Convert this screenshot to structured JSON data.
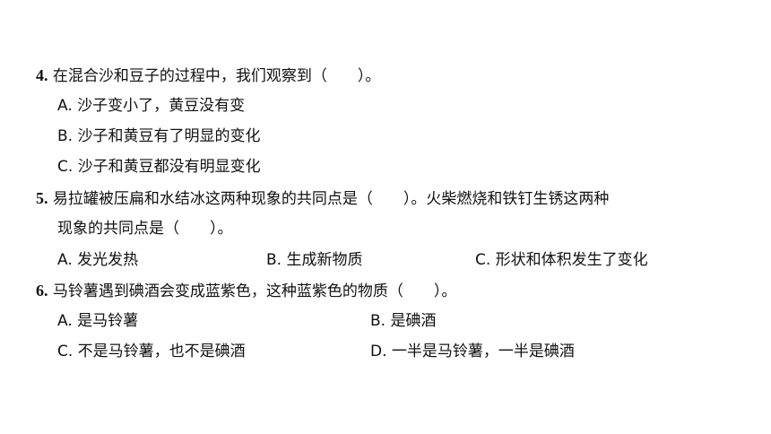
{
  "q4": {
    "number": "4.",
    "text": "在混合沙和豆子的过程中，我们观察到（　　）。",
    "options": [
      "A. 沙子变小了，黄豆没有变",
      "B. 沙子和黄豆有了明显的变化",
      "C. 沙子和黄豆都没有明显变化"
    ]
  },
  "q5": {
    "number": "5.",
    "text_line1": "易拉罐被压扁和水结冰这两种现象的共同点是（　　）。火柴燃烧和铁钉生锈这两种",
    "text_line2": "现象的共同点是（　　）。",
    "options": [
      "A. 发光发热",
      "B. 生成新物质",
      "C. 形状和体积发生了变化"
    ]
  },
  "q6": {
    "number": "6.",
    "text": "马铃薯遇到碘酒会变成蓝紫色，这种蓝紫色的物质（　　）。",
    "options": [
      "A. 是马铃薯",
      "B. 是碘酒",
      "C. 不是马铃薯，也不是碘酒",
      "D. 一半是马铃薯，一半是碘酒"
    ]
  }
}
